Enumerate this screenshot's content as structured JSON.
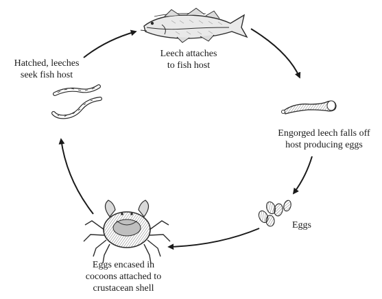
{
  "diagram": {
    "stages": [
      {
        "id": "fish",
        "icon": "fish-icon",
        "lines": [
          "Leech attaches",
          "to fish host"
        ]
      },
      {
        "id": "engorged",
        "icon": "engorged-leech-icon",
        "lines": [
          "Engorged leech falls off",
          "host producing eggs"
        ]
      },
      {
        "id": "eggs",
        "icon": "eggs-icon",
        "lines": [
          "Eggs"
        ]
      },
      {
        "id": "crab",
        "icon": "crab-icon",
        "lines": [
          "Eggs encased in",
          "cocoons attached to",
          "crustacean shell"
        ]
      },
      {
        "id": "hatched",
        "icon": "hatched-leeches-icon",
        "lines": [
          "Hatched, leeches",
          "seek fish host"
        ]
      }
    ],
    "cycle_direction": "clockwise",
    "arrow_color": "#1a1a1a",
    "ink_color": "#2b2b2b"
  }
}
